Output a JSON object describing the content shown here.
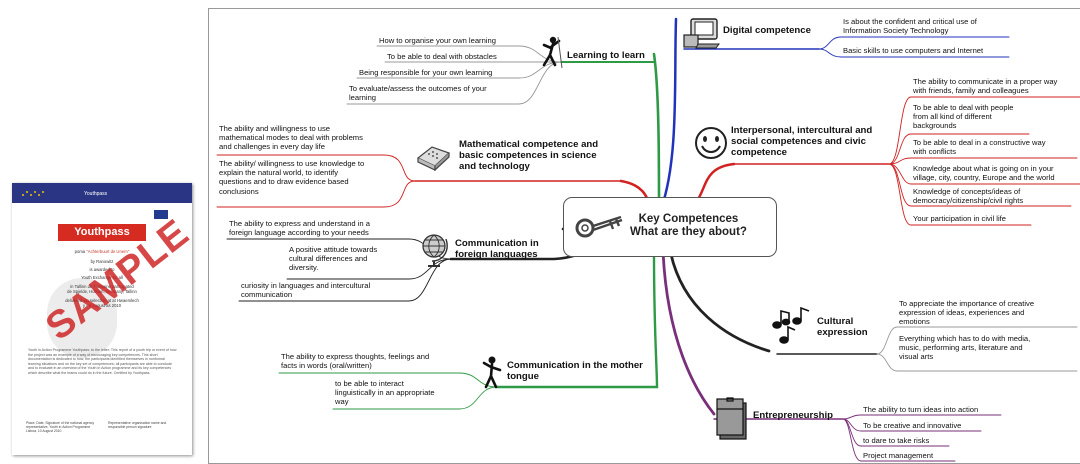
{
  "certificate": {
    "band_label": "Youthpass",
    "logo": "Youthpass",
    "project_prefix": "poma",
    "project_name": "\"Achterbuurt de Unern\"",
    "lines": [
      "by Ranowitz",
      "is awarded to",
      "Youth Exchange for all"
    ],
    "location_lines": [
      "in Tallinn de Tremaine participated",
      "de Spjelde, Hulsten, Germany, Tallinn"
    ],
    "dates_lines": [
      "delivered via selection at at Hwaemlech",
      "y - 9 August as 2010"
    ],
    "stamp": "SAMPLE",
    "para": "Youth in Action Programme Youthpass: to the letter: This report of a youth trip or event of how the project was an example of a way of encouraging key competences. This short documentation is dedicated to how, the participants identified themselves in nonformal learning situations and on the key set of competences; all participants are able to conclude and to evaluate in an overview of the Youth in Action programme and its key competences which describe what the teams could do in the future. Certified by Youthpass.",
    "signature_left": "Place, Date, Signature of the national agency representative, Youth in Action Programme Lisboa, 10 August 2010",
    "signature_right": "Representative organisation name and responsible person signature"
  },
  "mindmap": {
    "center": [
      "Key Competences",
      "What are they about?"
    ],
    "branches": {
      "learning": {
        "title": "Learning to learn",
        "items": [
          "How to organise your own learning",
          "To be able to deal with obstacles",
          "Being responsible for your own learning",
          [
            "To evaluate/assess the outcomes of your",
            "learning"
          ]
        ]
      },
      "math": {
        "title": [
          "Mathematical competence and",
          "basic competences in science",
          "and technology"
        ],
        "items": [
          [
            "The ability and willingness to use",
            "mathematical modes to deal with problems",
            "and challenges in every day life"
          ],
          [
            "The ability/ willingness to use knowledge to",
            "explain the natural world, to identify",
            "questions  and to draw evidence based",
            "conclusions"
          ]
        ]
      },
      "foreign": {
        "title": [
          "Communication in",
          "foreign languages"
        ],
        "items": [
          [
            "The ability to express and understand in a",
            "foreign language according to your needs"
          ],
          [
            "A positive attitude towards",
            "cultural differences and",
            "diversity."
          ],
          [
            "curiosity in languages and intercultural",
            "communication"
          ]
        ]
      },
      "mother": {
        "title": [
          "Communication in the mother",
          "tongue"
        ],
        "items": [
          [
            "The ability to express thoughts, feelings and",
            "facts in words (oral/written)"
          ],
          [
            "to be able to interact",
            "linguistically in an appropriate",
            "way"
          ]
        ]
      },
      "digital": {
        "title": "Digital competence",
        "items": [
          [
            "Is about the confident and critical use of",
            "Information Society Technology"
          ],
          "Basic skills to use computers and Internet"
        ]
      },
      "social": {
        "title": [
          "Interpersonal, intercultural and",
          "social competences and civic",
          "competence"
        ],
        "items": [
          [
            "The ability to communicate in a proper way",
            "with friends, family and colleagues"
          ],
          [
            "To be able to deal with people",
            "from all kind of different",
            "backgrounds"
          ],
          [
            "To be able to deal in a constructive way",
            "with conflicts"
          ],
          [
            "Knowledge about what is going on in your",
            "village, city, country, Europe and the world"
          ],
          [
            "Knowledge of concepts/ideas of",
            "democracy/citizenship/civil rights"
          ],
          "Your participation in civil life"
        ]
      },
      "cultural": {
        "title": [
          "Cultural",
          "expression"
        ],
        "items": [
          [
            "To appreciate the importance of creative",
            "expression of ideas, experiences and",
            "emotions"
          ],
          [
            "Everything which has to do with media,",
            "music, performing arts, literature and",
            "visual arts"
          ]
        ]
      },
      "entre": {
        "title": "Entrepreneurship",
        "items": [
          "The ability to turn ideas into action",
          "To be creative and innovative",
          "to dare to take risks",
          "Project management"
        ]
      }
    },
    "icons": [
      "computer-icon",
      "climber-icon",
      "smiley-icon",
      "calculator-icon",
      "globe-icon",
      "key-icon",
      "music-notes-icon",
      "speaker-figure-icon",
      "briefcase-icon"
    ],
    "colors": {
      "green": "#2f9a46",
      "red": "#d22222",
      "blue": "#2233bb",
      "purple": "#7a2f7a",
      "dark": "#222222",
      "line_gray": "#999999"
    }
  }
}
